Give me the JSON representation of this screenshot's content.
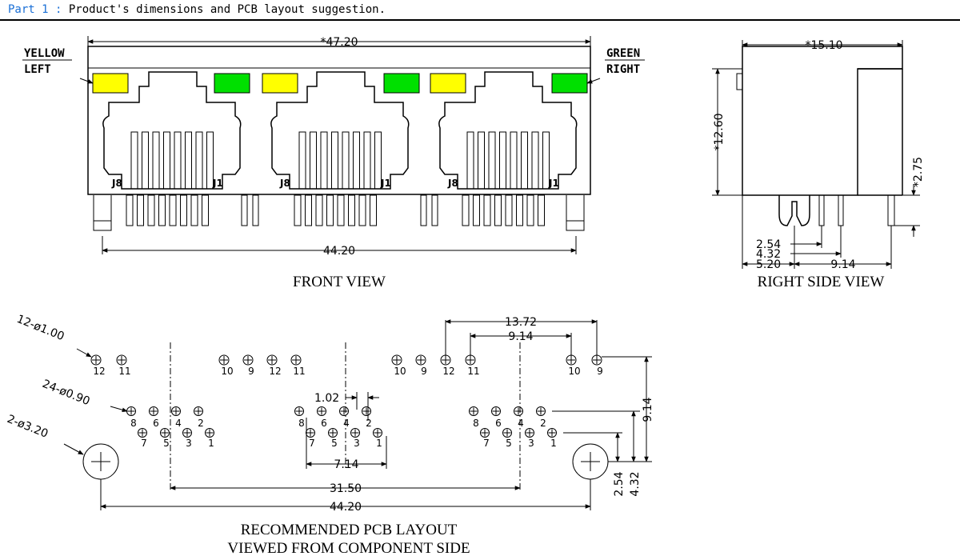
{
  "header": {
    "part": "Part 1 :",
    "text": "Product's dimensions and PCB layout suggestion."
  },
  "colors": {
    "yellow": "#ffff00",
    "green": "#00e000",
    "part_label": "#1a6fd6"
  },
  "front_view": {
    "title": "FRONT VIEW",
    "left_led": [
      "YELLOW",
      "LEFT"
    ],
    "right_led": [
      "GREEN",
      "RIGHT"
    ],
    "dim_width": "*47.20",
    "dim_pitch": "44.20",
    "port_pin_left": "J8",
    "port_pin_right": "J1"
  },
  "side_view": {
    "title": "RIGHT SIDE VIEW",
    "dim_depth": "*15.10",
    "dim_height": "*12.60",
    "dim_leg": "*2.75",
    "dim_a": "2.54",
    "dim_b": "4.32",
    "dim_c": "5.20",
    "dim_d": "9.14"
  },
  "pcb": {
    "title_line1": "RECOMMENDED PCB LAYOUT",
    "title_line2": "VIEWED FROM COMPONENT SIDE",
    "callout_small": "12-ø1.00",
    "callout_medium": "24-ø0.90",
    "callout_large": "2-ø3.20",
    "dim_1372": "13.72",
    "dim_914_top": "9.14",
    "dim_102": "1.02",
    "dim_714": "7.14",
    "dim_3150": "31.50",
    "dim_4420": "44.20",
    "dim_914_side": "9.14",
    "dim_254": "2.54",
    "dim_432": "4.32",
    "top_pins": [
      "12",
      "11",
      "10",
      "9"
    ],
    "row_upper": [
      "8",
      "6",
      "4",
      "2"
    ],
    "row_lower": [
      "7",
      "5",
      "3",
      "1"
    ]
  }
}
